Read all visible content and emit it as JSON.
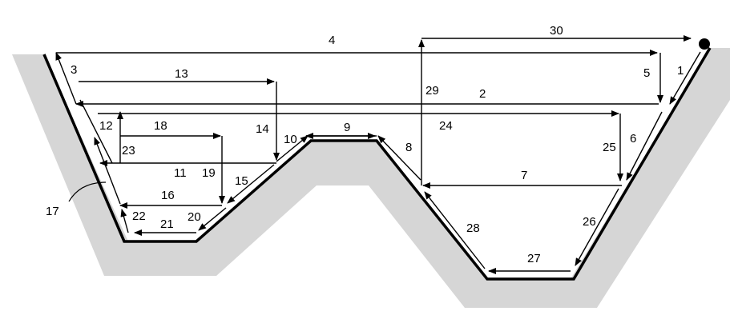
{
  "diagram": {
    "colors": {
      "ground": "#d6d6d6",
      "line": "#000000",
      "background": "#ffffff"
    },
    "path_labels": [
      "1",
      "2",
      "3",
      "4",
      "5",
      "6",
      "7",
      "8",
      "9",
      "10",
      "11",
      "12",
      "13",
      "14",
      "15",
      "16",
      "18",
      "19",
      "20",
      "21",
      "22",
      "23",
      "24",
      "25",
      "26",
      "27",
      "28",
      "29",
      "30"
    ],
    "callout_label": "17",
    "start_marker": "filled-circle"
  }
}
